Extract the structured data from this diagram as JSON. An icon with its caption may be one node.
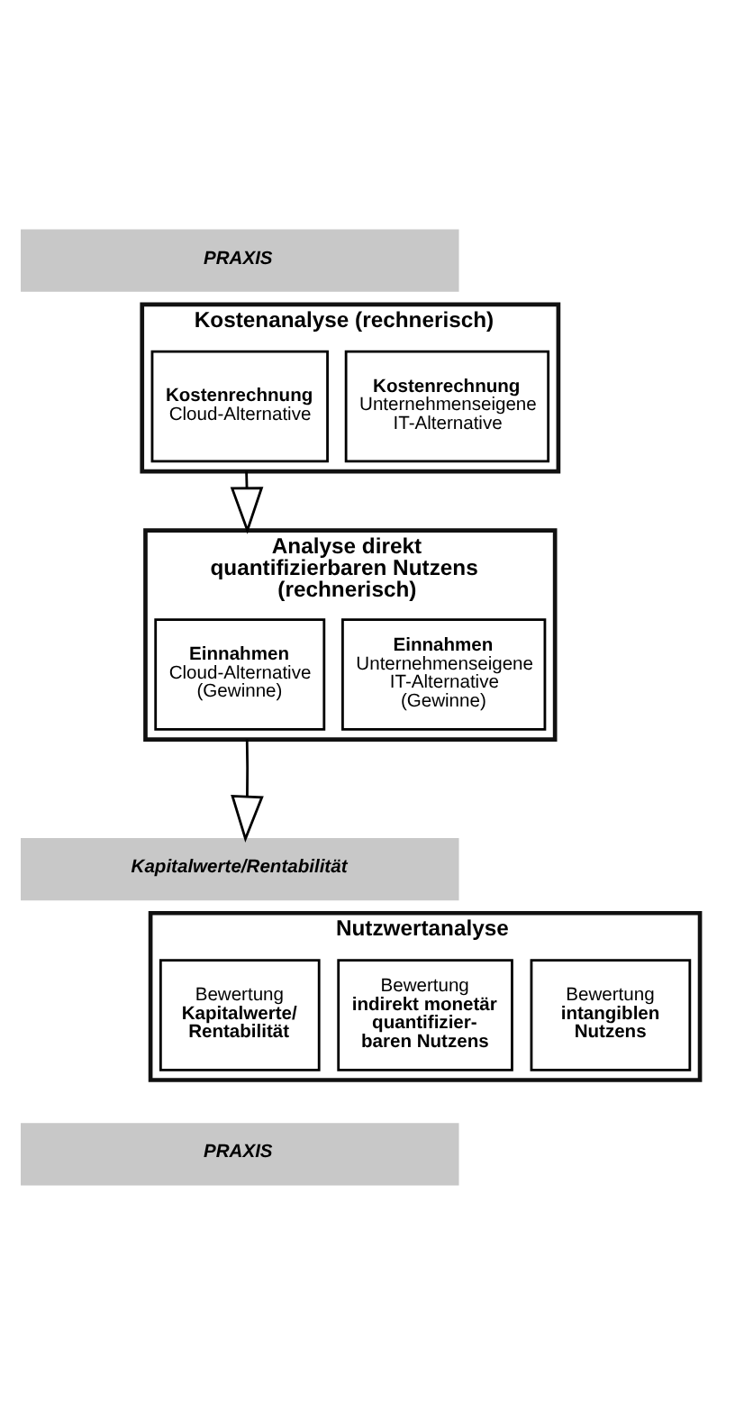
{
  "diagram": {
    "nodes": [
      {
        "text": [
          "PRAXIS"
        ]
      },
      {
        "text": [
          "Kostenanalyse (rechnerisch)"
        ]
      },
      {
        "text": [
          "Kostenrechnung",
          "Cloud-Alternative"
        ],
        "in": 1
      },
      {
        "text": [
          "Kostenrechnung",
          "Unternehmenseigene IT-Alternative"
        ],
        "in": 1
      },
      {
        "text": [
          "Analyse direkt quantifizierbaren Nutzens (rechnerisch)"
        ]
      },
      {
        "text": [
          "Einnahmen",
          "Cloud-Alternative (Gewinne)"
        ],
        "in": 4
      },
      {
        "text": [
          "Einnahmen",
          "Unternehmenseigene IT-Alternative (Gewinne)"
        ],
        "in": 4
      },
      {
        "text": [
          "Kapitalwerte/Rentabilität"
        ]
      },
      {
        "text": [
          "Nutzwertanalyse"
        ]
      },
      {
        "text": [
          "Bewertung",
          "Kapitalwerte/ Rentabilität"
        ],
        "in": 8
      },
      {
        "text": [
          "Bewertung",
          "indirekt monetär quantifizier- baren Nutzens"
        ],
        "in": 8
      },
      {
        "text": [
          "Bewertung",
          "intangiblen Nutzens"
        ],
        "in": 8
      },
      {
        "text": [
          "PRAXIS"
        ]
      }
    ],
    "edges": [
      {
        "from": 1,
        "to": 4,
        "arrow": "to"
      },
      {
        "from": 4,
        "to": 7,
        "arrow": "to"
      }
    ]
  }
}
